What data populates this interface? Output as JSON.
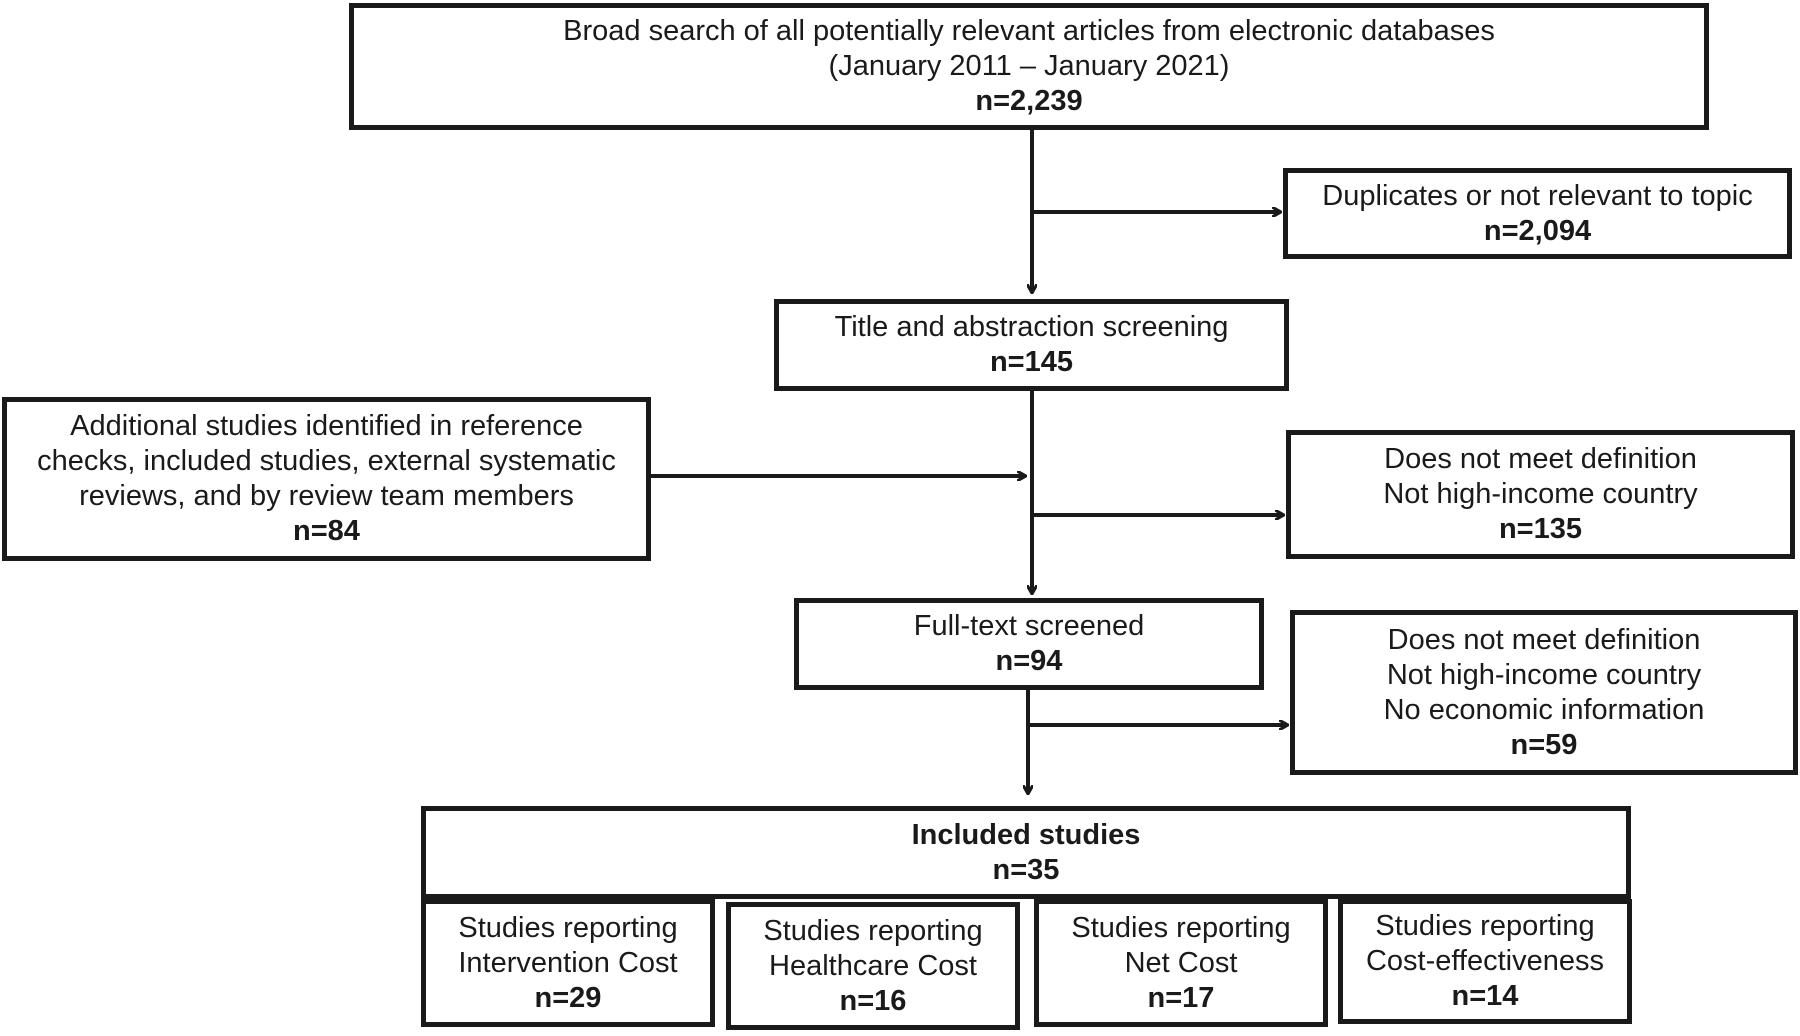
{
  "boxes": {
    "search": {
      "lines": [
        "Broad search of all potentially relevant articles from electronic databases",
        "(January 2011 – January 2021)"
      ],
      "n": "n=2,239"
    },
    "duplicates": {
      "lines": [
        "Duplicates or not relevant to topic"
      ],
      "n": "n=2,094"
    },
    "title_screening": {
      "lines": [
        "Title and abstraction screening"
      ],
      "n": "n=145"
    },
    "additional": {
      "lines": [
        "Additional studies identified in reference",
        "checks, included studies, external systematic",
        "reviews, and by review team members"
      ],
      "n": "n=84"
    },
    "exclusion_1": {
      "lines": [
        "Does not meet definition",
        "Not high-income country"
      ],
      "n": "n=135"
    },
    "fulltext": {
      "lines": [
        "Full-text screened"
      ],
      "n": "n=94"
    },
    "exclusion_2": {
      "lines": [
        "Does not meet definition",
        "Not high-income country",
        "No economic information"
      ],
      "n": "n=59"
    },
    "included": {
      "title": "Included studies",
      "n": "n=35"
    },
    "intervention_cost": {
      "lines": [
        "Studies reporting",
        "Intervention Cost"
      ],
      "n": "n=29"
    },
    "healthcare_cost": {
      "lines": [
        "Studies reporting",
        "Healthcare Cost"
      ],
      "n": "n=16"
    },
    "net_cost": {
      "lines": [
        "Studies reporting",
        "Net Cost"
      ],
      "n": "n=17"
    },
    "cost_effectiveness": {
      "lines": [
        "Studies reporting",
        "Cost-effectiveness"
      ],
      "n": "n=14"
    }
  }
}
